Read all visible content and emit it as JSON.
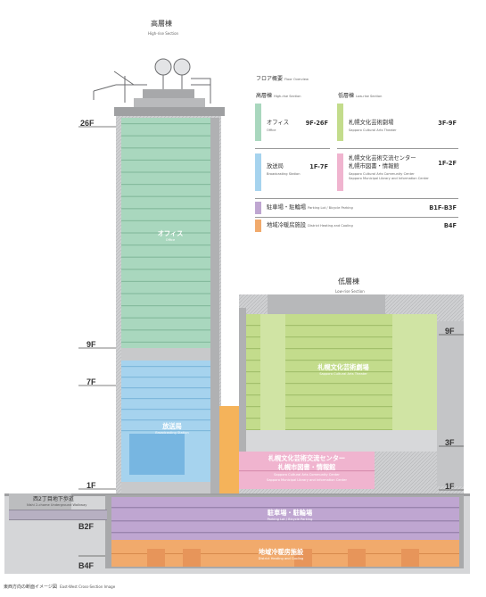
{
  "high_rise": {
    "title_jp": "高層棟",
    "title_en": "High-rise Section"
  },
  "low_rise": {
    "title_jp": "低層棟",
    "title_en": "Low-rise Section"
  },
  "floor_labels": {
    "f26": "26F",
    "f9_left": "9F",
    "f7": "7F",
    "f1_left": "1F",
    "b2f": "B2F",
    "b4f": "B4F",
    "f9_right": "9F",
    "f3": "3F",
    "f1_right": "1F"
  },
  "colors": {
    "office": "#a9d7be",
    "broadcast": "#a6d3ee",
    "theater": "#c3dc8c",
    "community": "#f0b4cf",
    "parking": "#bfa6d1",
    "heating": "#f1aa6c",
    "accent": "#f5b35a",
    "structure": "#bcbdbf"
  },
  "legend": {
    "title_jp": "フロア概要",
    "title_en": "Floor Overview",
    "high_header_jp": "高層棟",
    "high_header_en": "High-rise Section",
    "low_header_jp": "低層棟",
    "low_header_en": "Low-rise Section",
    "items": {
      "office": {
        "jp": "オフィス",
        "en": "Office",
        "floors": "9F-26F"
      },
      "broadcast": {
        "jp": "放送局",
        "en": "Broadcasting Station",
        "floors": "1F-7F"
      },
      "theater": {
        "jp": "札幌文化芸術劇場",
        "en": "Sapporo Cultural Arts Theater",
        "floors": "3F-9F"
      },
      "community": {
        "jp1": "札幌文化芸術交流センター",
        "jp2": "札幌市図書・情報館",
        "en1": "Sapporo Cultural Arts Community Center",
        "en2": "Sapporo Municipal Library and Information Center",
        "floors": "1F-2F"
      },
      "parking": {
        "jp": "駐車場・駐輪場",
        "en": "Parking Lot / Bicycle Parking",
        "floors": "B1F-B3F"
      },
      "heating": {
        "jp": "地域冷暖房施設",
        "en": "District Heating and Cooling",
        "floors": "B4F"
      }
    }
  },
  "zones": {
    "office": {
      "jp": "オフィス",
      "en": "Office"
    },
    "broadcast": {
      "jp": "放送局",
      "en": "Broadcasting Station"
    },
    "theater": {
      "jp": "札幌文化芸術劇場",
      "en": "Sapporo Cultural Arts Theater"
    },
    "community": {
      "jp1": "札幌文化芸術交流センター",
      "jp2": "札幌市図書・情報館",
      "en1": "Sapporo Cultural Arts Community Center",
      "en2": "Sapporo Municipal Library and Information Center"
    },
    "parking": {
      "jp": "駐車場・駐輪場",
      "en": "Parking Lot / Bicycle Parking"
    },
    "heating": {
      "jp": "地域冷暖房施設",
      "en": "District Heating and Cooling"
    }
  },
  "walkway": {
    "jp": "西2丁目地下歩道",
    "en": "Nishi 2-chome Underground Walkway"
  },
  "caption": {
    "jp": "東西方向の断面イメージ図",
    "en": "East-West Cross-Section Image"
  }
}
